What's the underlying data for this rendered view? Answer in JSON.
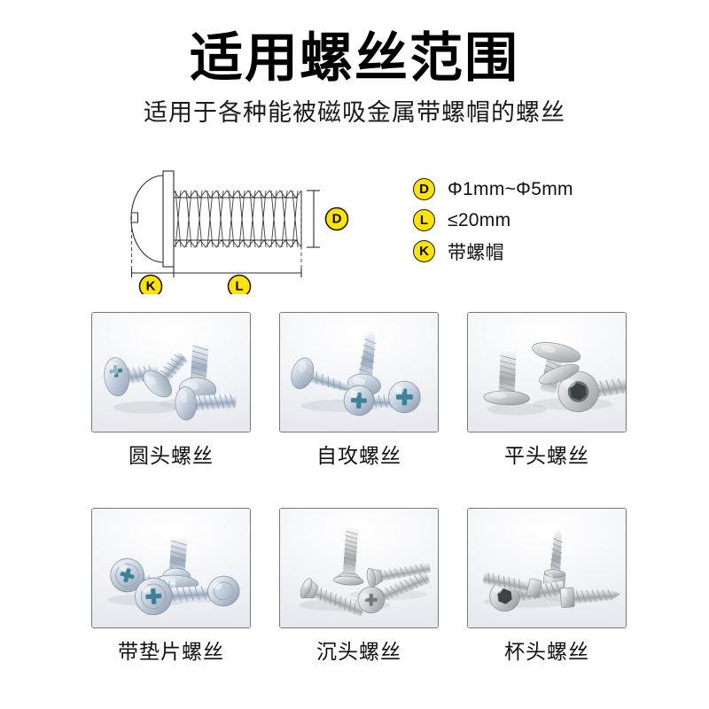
{
  "header": {
    "title": "适用螺丝范围",
    "subtitle": "适用于各种能被磁吸金属带螺帽的螺丝"
  },
  "diagram": {
    "name": "screw-dimension-drawing",
    "markers": {
      "diameter": "D",
      "head": "K",
      "length": "L"
    }
  },
  "legend": {
    "items": [
      {
        "badge": "D",
        "text": "Φ1mm~Φ5mm"
      },
      {
        "badge": "L",
        "text": "≤20mm"
      },
      {
        "badge": "K",
        "text": "带螺帽"
      }
    ]
  },
  "grid": {
    "rows": [
      {
        "cells": [
          {
            "label": "圆头螺丝",
            "photo": "pan-head-screws-photo"
          },
          {
            "label": "自攻螺丝",
            "photo": "self-tapping-screws-photo"
          },
          {
            "label": "平头螺丝",
            "photo": "flat-head-screws-photo"
          }
        ]
      },
      {
        "cells": [
          {
            "label": "带垫片螺丝",
            "photo": "washer-head-screws-photo"
          },
          {
            "label": "沉头螺丝",
            "photo": "countersunk-screws-photo"
          },
          {
            "label": "杯头螺丝",
            "photo": "socket-cap-screws-photo"
          }
        ]
      }
    ]
  },
  "colors": {
    "badge_yellow": "#ffe400",
    "outline": "#1a1a1a",
    "cell_border": "#787878",
    "background": "#ffffff"
  }
}
